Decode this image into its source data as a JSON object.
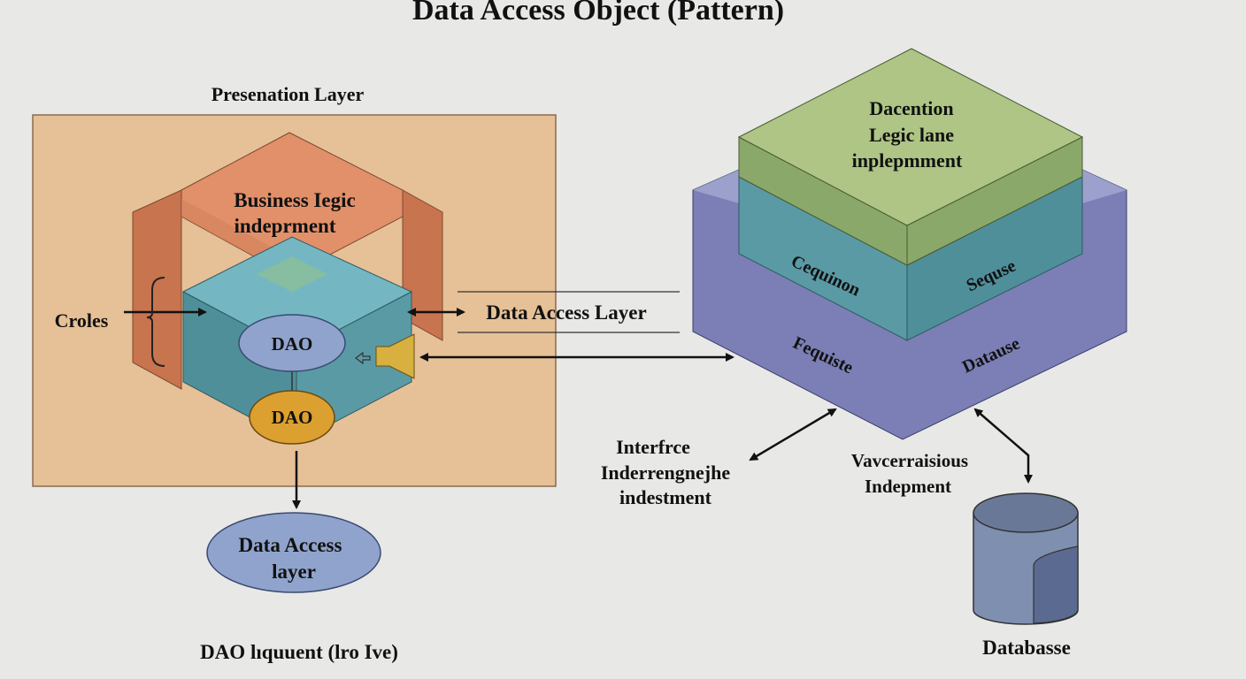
{
  "title": "Data Access Object (Pattern)",
  "presentation_layer": {
    "label": "Presenation Layer",
    "business_logic": [
      "Business Iegic",
      "indeprment"
    ],
    "croles_label": "Croles",
    "dao_top": "DAO",
    "dao_bottom": "DAO"
  },
  "data_access_layer_label": "Data Access Layer",
  "data_access_ellipse": [
    "Data Access",
    "layer"
  ],
  "footer_left": "DAO lıquuent (lro Ive)",
  "right_stack": {
    "top_text": [
      "Dacention",
      "Legic lane",
      "inplepmment"
    ],
    "teal_left": "Cequinon",
    "teal_right": "Sequse",
    "purple_left": "Fequiste",
    "purple_right": "Datause"
  },
  "interface_label": [
    "Interfrce",
    "Inderrengnejhe",
    "indestment"
  ],
  "variations_label": [
    "Vavcerraisious",
    "Indepment"
  ],
  "database_label": "Databasse",
  "colors": {
    "background": "#e8e8e7",
    "presentation_box": "#e6c096",
    "business_logic": "#e2906a",
    "teal": "#5a9aa5",
    "dao_blue": "#8fa3cc",
    "dao_orange": "#dca030",
    "green": "#aec585",
    "purple": "#7b7fb5",
    "database": "#7f8fb0"
  }
}
